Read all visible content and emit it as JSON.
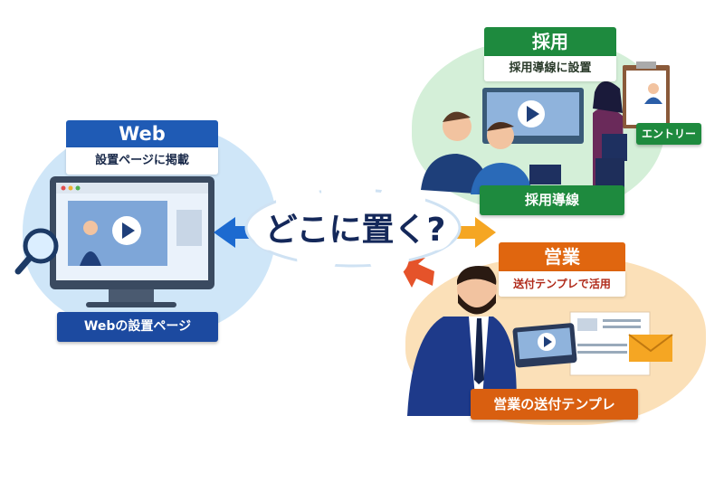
{
  "center": {
    "question": "どこに置く?"
  },
  "web": {
    "title": "Web",
    "subtitle": "設置ページに掲載",
    "bottom_label": "Webの設置ページ",
    "color": "#1f5bb5"
  },
  "recruit": {
    "title": "採用",
    "subtitle": "採用導線に設置",
    "entry_button": "エントリー",
    "bottom_label": "採用導線",
    "color": "#1e8a3e"
  },
  "sales": {
    "title": "営業",
    "subtitle": "送付テンプレで活用",
    "bottom_label": "営業の送付テンプレ",
    "color": "#e0660f"
  }
}
